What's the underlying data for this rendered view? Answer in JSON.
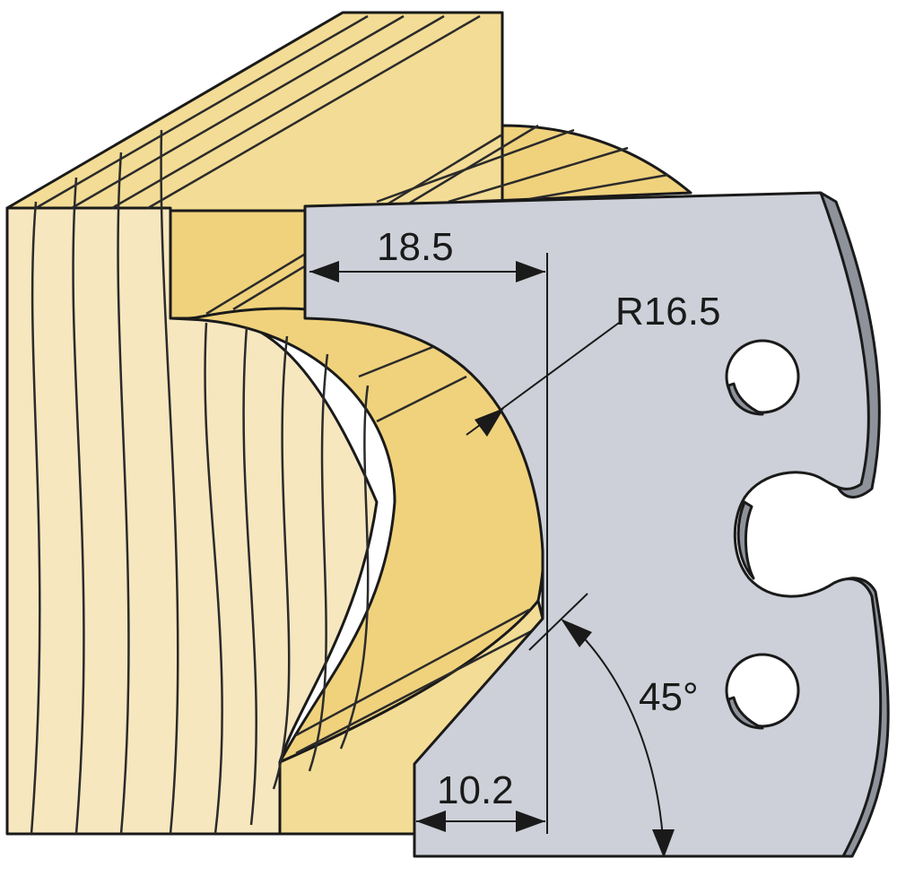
{
  "dimensions": {
    "top_width": "18.5",
    "radius": "R16.5",
    "bottom_width": "10.2",
    "angle": "45°"
  },
  "colors": {
    "wood_face": "#f7e7bf",
    "wood_top": "#f3dc95",
    "wood_profile": "#f0d27c",
    "grain_line": "#2b2b2b",
    "knife_face": "#cdd0d8",
    "knife_edge": "#8e929b",
    "outline": "#1a1a1a"
  }
}
